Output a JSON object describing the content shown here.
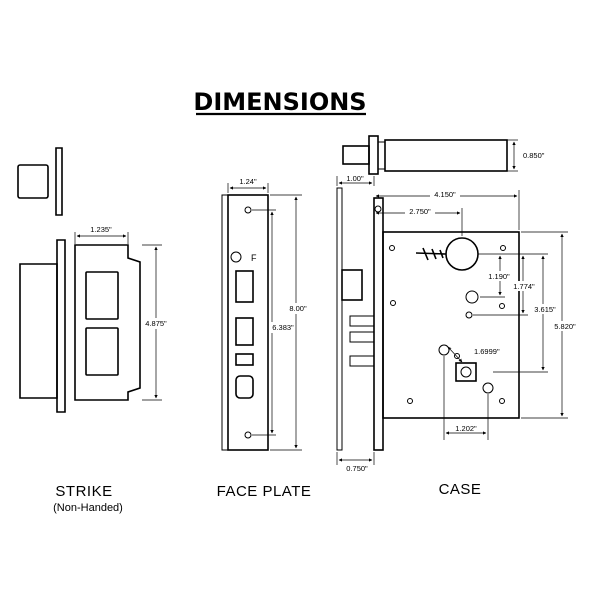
{
  "title": "DIMENSIONS",
  "captions": {
    "strike": "STRIKE",
    "strike_sub": "(Non-Handed)",
    "face_plate": "FACE PLATE",
    "case": "CASE"
  },
  "strike": {
    "width": "1.235\"",
    "height": "4.875\""
  },
  "face_plate": {
    "width": "1.24\"",
    "overall_height": "8.00\"",
    "hole_spacing": "6.383\"",
    "marking_f": "F"
  },
  "case": {
    "bolt_dia": "0.850\"",
    "plate_offset": "1.00\"",
    "overall_width": "4.150\"",
    "backset": "2.750\"",
    "dim_1190": "1.190\"",
    "dim_1774": "1.774\"",
    "dim_3615": "3.615\"",
    "overall_height": "5.820\"",
    "dim_16999": "1.6999\"",
    "dim_1202": "1.202\"",
    "face_thickness": "0.750\""
  }
}
